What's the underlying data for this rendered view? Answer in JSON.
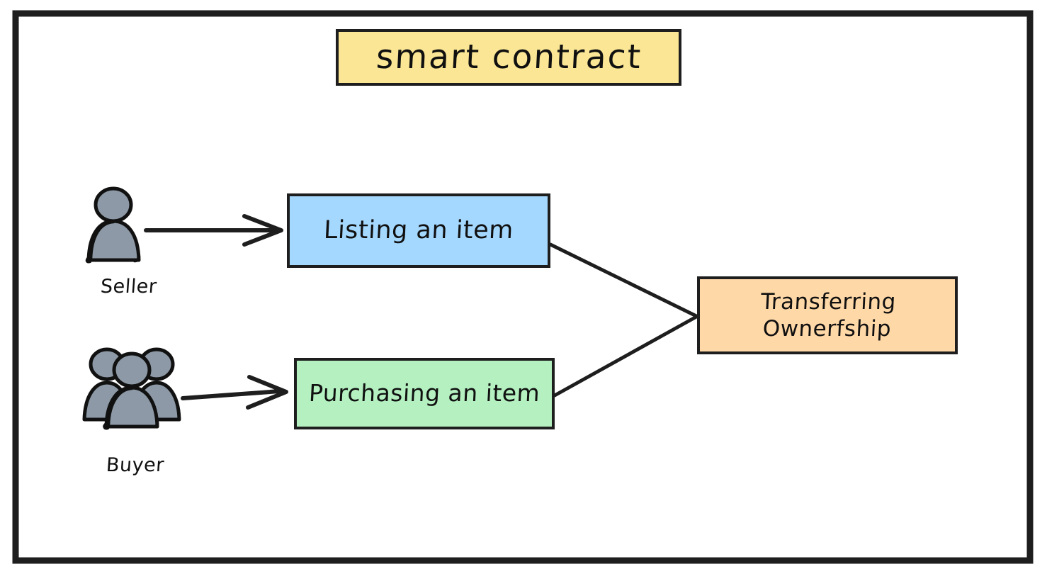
{
  "diagram": {
    "title_box": {
      "label": "smart contract",
      "fill": "#fae694",
      "border": "#1e1e1e"
    },
    "frame": {
      "border_color": "#1e1e1e",
      "background": "#ffffff"
    },
    "actors": [
      {
        "id": "seller",
        "label": "Seller",
        "icon": "single-person-icon",
        "fill": "#8d99a6"
      },
      {
        "id": "buyer",
        "label": "Buyer",
        "icon": "group-of-people-icon",
        "fill": "#8d99a6"
      }
    ],
    "process_boxes": [
      {
        "id": "listing",
        "label": "Listing an item",
        "fill": "#a5d8ff",
        "border": "#1e1e1e"
      },
      {
        "id": "purchasing",
        "label": "Purchasing an item",
        "fill": "#b4f0c0",
        "border": "#1e1e1e"
      },
      {
        "id": "transfer",
        "label": "Transferring\nOwnerfship",
        "label_line1": "Transferring",
        "label_line2": "Ownerfship",
        "fill": "#ffd8a8",
        "border": "#1e1e1e"
      }
    ],
    "connectors": [
      {
        "id": "seller-to-listing",
        "from": "seller",
        "to": "listing",
        "arrowhead": true
      },
      {
        "id": "buyer-to-purchasing",
        "from": "buyer",
        "to": "purchasing",
        "arrowhead": true
      },
      {
        "id": "listing-to-transfer",
        "from": "listing",
        "to": "transfer",
        "arrowhead": false
      },
      {
        "id": "purchasing-to-transfer",
        "from": "purchasing",
        "to": "transfer",
        "arrowhead": false
      }
    ]
  }
}
